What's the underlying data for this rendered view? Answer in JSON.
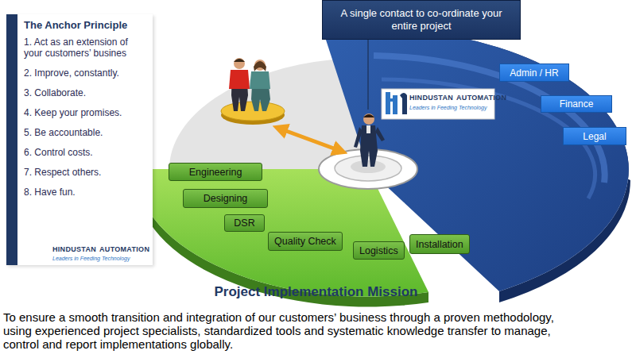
{
  "diagram": {
    "title": "Project Implementation Mission",
    "caption": "To ensure a smooth transition and integration of our customers’ business through a proven methodology, using experienced project specialists, standardized tools and systematic knowledge transfer to manage, control and report implementations globally.",
    "nodes": [
      {
        "text": [
          "The Anchor Principle",
          "1. Act as an extension of your customers’ busines",
          "2. Improve, constantly.",
          "3. Collaborate.",
          "4. Keep your promises.",
          "5. Be accountable.",
          "6. Control costs.",
          "7. Respect others.",
          "8. Have fun."
        ]
      },
      {
        "text": [
          "A single contact to co-ordinate your entire project"
        ]
      },
      {
        "text": [
          "Admin / HR"
        ]
      },
      {
        "text": [
          "Finance"
        ]
      },
      {
        "text": [
          "Legal"
        ]
      },
      {
        "text": [
          "Engineering"
        ]
      },
      {
        "text": [
          "Designing"
        ]
      },
      {
        "text": [
          "DSR"
        ]
      },
      {
        "text": [
          "Quality Check"
        ]
      },
      {
        "text": [
          "Logistics"
        ]
      },
      {
        "text": [
          "Installation"
        ]
      }
    ],
    "labels": [
      "HINDUSTAN",
      "AUTOMATION",
      "Leaders in Feeding Technology",
      "HINDUSTAN",
      "AUTOMATION",
      "Leaders in Feeding Technology"
    ]
  }
}
